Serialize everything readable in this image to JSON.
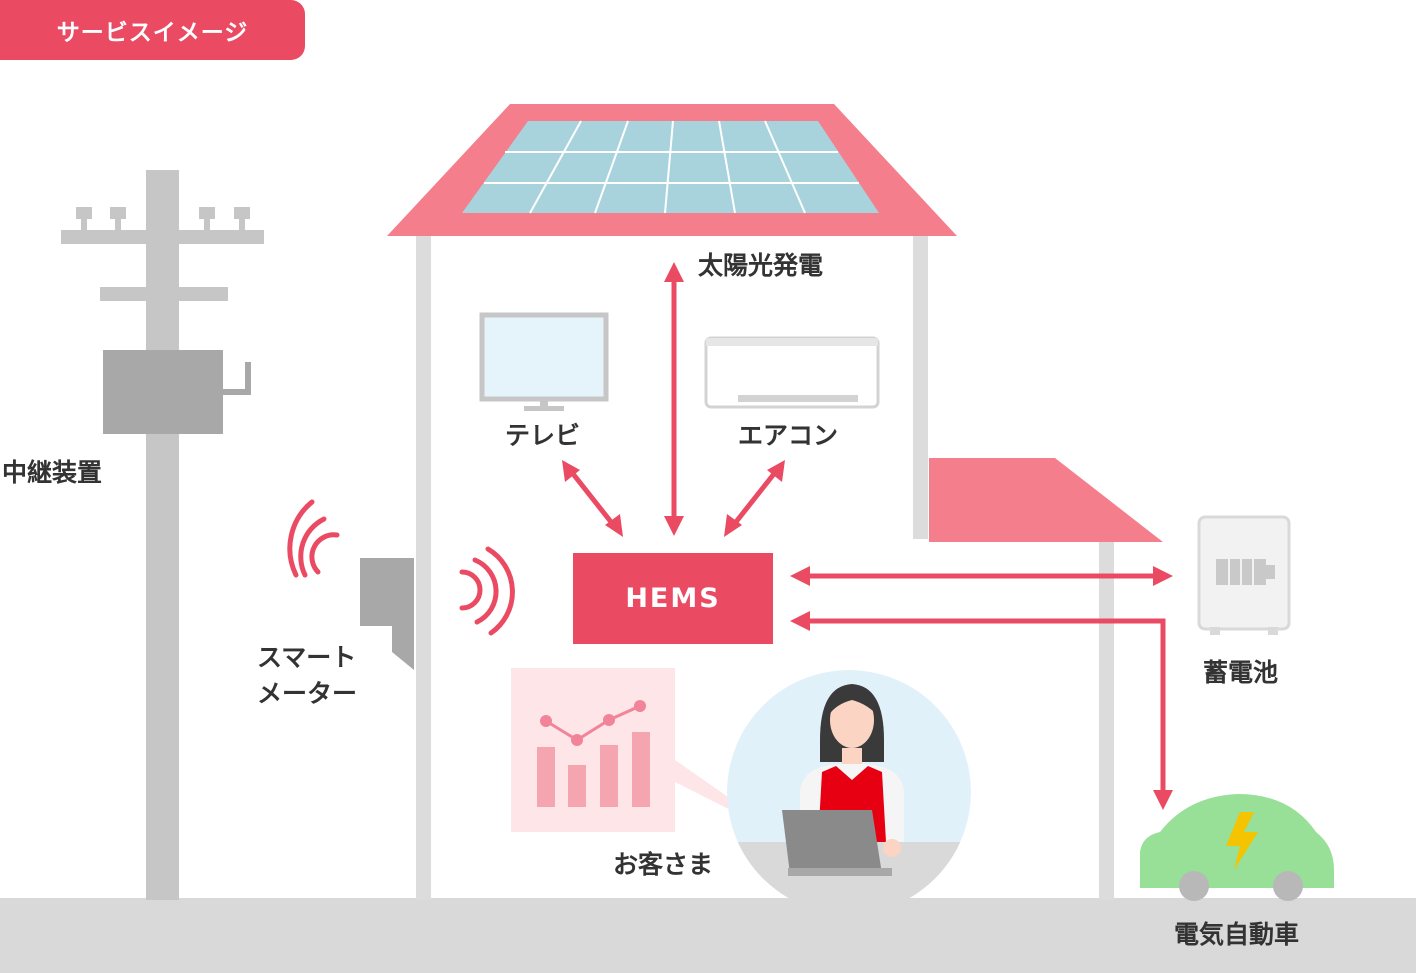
{
  "badge": {
    "label": "サービスイメージ"
  },
  "labels": {
    "relay": "中継装置",
    "smart_meter": "スマート\nメーター",
    "solar": "太陽光発電",
    "tv": "テレビ",
    "aircon": "エアコン",
    "hems": "HEMS",
    "battery": "蓄電池",
    "customer": "お客さま",
    "ev": "電気自動車"
  },
  "colors": {
    "accent": "#ea4b63",
    "roof": "#f47e8c",
    "panel": "#a9d3dc",
    "gray": "#c6c6c6",
    "dark_gray": "#a8a8a8",
    "ground": "#d9d9d9",
    "ev_green": "#98df97",
    "apron": "#e60012"
  }
}
